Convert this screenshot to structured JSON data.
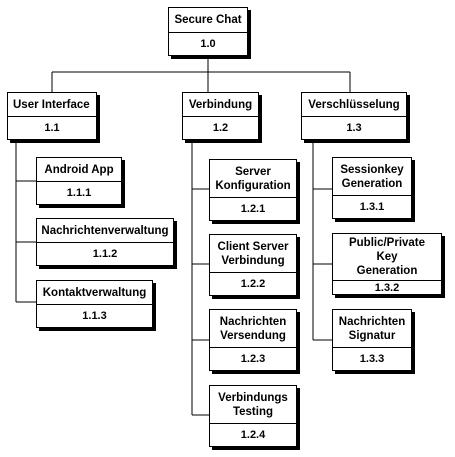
{
  "root": {
    "title": "Secure Chat",
    "code": "1.0"
  },
  "branches": [
    {
      "title": "User Interface",
      "code": "1.1",
      "children": [
        {
          "title": "Android App",
          "code": "1.1.1"
        },
        {
          "title": "Nachrichtenverwaltung",
          "code": "1.1.2"
        },
        {
          "title": "Kontaktverwaltung",
          "code": "1.1.3"
        }
      ]
    },
    {
      "title": "Verbindung",
      "code": "1.2",
      "children": [
        {
          "title": "Server\nKonfiguration",
          "code": "1.2.1"
        },
        {
          "title": "Client Server\nVerbindung",
          "code": "1.2.2"
        },
        {
          "title": "Nachrichten\nVersendung",
          "code": "1.2.3"
        },
        {
          "title": "Verbindungs\nTesting",
          "code": "1.2.4"
        }
      ]
    },
    {
      "title": "Verschlüsselung",
      "code": "1.3",
      "children": [
        {
          "title": "Sessionkey\nGeneration",
          "code": "1.3.1"
        },
        {
          "title": "Public/Private Key\nGeneration",
          "code": "1.3.2"
        },
        {
          "title": "Nachrichten\nSignatur",
          "code": "1.3.3"
        }
      ]
    }
  ]
}
